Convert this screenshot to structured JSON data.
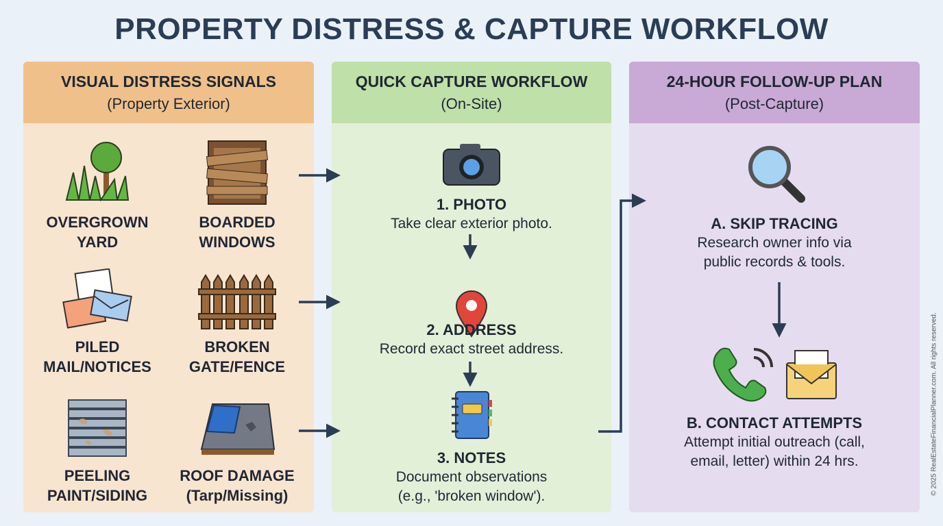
{
  "title": "PROPERTY DISTRESS & CAPTURE WORKFLOW",
  "panels": [
    {
      "heading": "VISUAL DISTRESS SIGNALS",
      "sub": "(Property Exterior)",
      "color": "#f0c08a",
      "body": "#f8e5d0",
      "signals": [
        {
          "l1": "OVERGROWN",
          "l2": "YARD",
          "icon": "overgrown-yard-icon"
        },
        {
          "l1": "BOARDED",
          "l2": "WINDOWS",
          "icon": "boarded-windows-icon"
        },
        {
          "l1": "PILED",
          "l2": "MAIL/NOTICES",
          "icon": "piled-mail-icon"
        },
        {
          "l1": "BROKEN",
          "l2": "GATE/FENCE",
          "icon": "broken-fence-icon"
        },
        {
          "l1": "PEELING",
          "l2": "PAINT/SIDING",
          "icon": "peeling-siding-icon"
        },
        {
          "l1": "ROOF DAMAGE",
          "l2": "(Tarp/Missing)",
          "icon": "roof-damage-icon"
        }
      ]
    },
    {
      "heading": "QUICK CAPTURE WORKFLOW",
      "sub": "(On-Site)",
      "color": "#bfe0a8",
      "body": "#e3f0d8",
      "steps": [
        {
          "h": "1. PHOTO",
          "d1": "Take clear exterior photo.",
          "icon": "camera-icon"
        },
        {
          "h": "2. ADDRESS",
          "d1": "Record exact street address.",
          "icon": "map-pin-icon"
        },
        {
          "h": "3. NOTES",
          "d1": "Document observations",
          "d2": "(e.g., 'broken window').",
          "icon": "notebook-icon"
        }
      ]
    },
    {
      "heading": "24-HOUR FOLLOW-UP PLAN",
      "sub": "(Post-Capture)",
      "color": "#c9a9d6",
      "body": "#e6dcef",
      "steps": [
        {
          "h": "A. SKIP TRACING",
          "d1": "Research owner info via",
          "d2": "public records & tools.",
          "icon": "magnifier-icon"
        },
        {
          "h": "B. CONTACT ATTEMPTS",
          "d1": "Attempt initial outreach (call,",
          "d2": "email, letter) within 24 hrs.",
          "icon": "phone-envelope-icon"
        }
      ]
    }
  ],
  "copyright": "© 2025 RealEstateFinancialPlanner.com. All rights reserved."
}
